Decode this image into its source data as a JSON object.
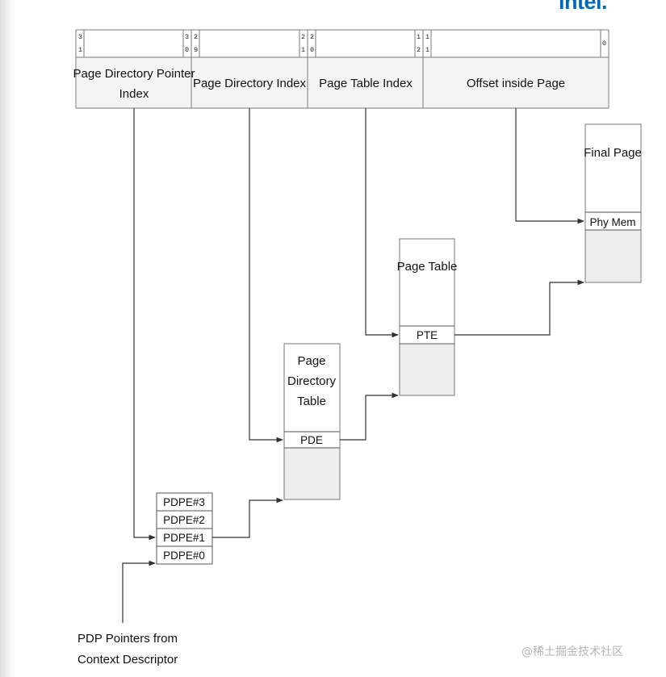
{
  "logo": {
    "text": "intel."
  },
  "watermark": "@稀土掘金技术社区",
  "address": {
    "fields": [
      {
        "label_lines": [
          "Page Directory Pointer",
          "Index"
        ],
        "hi_bit": [
          "3",
          "1"
        ],
        "lo_bit": [
          "3",
          "0"
        ]
      },
      {
        "label_lines": [
          "Page Directory Index"
        ],
        "hi_bit": [
          "2",
          "9"
        ],
        "lo_bit": [
          "2",
          "1"
        ]
      },
      {
        "label_lines": [
          "Page Table Index"
        ],
        "hi_bit": [
          "2",
          "0"
        ],
        "lo_bit": [
          "1",
          "2"
        ]
      },
      {
        "label_lines": [
          "Offset inside Page"
        ],
        "hi_bit": [
          "1",
          "1"
        ],
        "lo_bit": [
          "0"
        ]
      }
    ]
  },
  "pdp_table": {
    "entries": [
      "PDPE#3",
      "PDPE#2",
      "PDPE#1",
      "PDPE#0"
    ]
  },
  "page_directory": {
    "title_lines": [
      "Page",
      "Directory",
      "Table"
    ],
    "entry": "PDE"
  },
  "page_table": {
    "title_lines": [
      "Page Table"
    ],
    "entry": "PTE"
  },
  "final_page": {
    "title_lines": [
      "Final Page"
    ],
    "entry": "Phy Mem"
  },
  "source": {
    "lines": [
      "PDP Pointers from",
      "Context Descriptor"
    ]
  }
}
